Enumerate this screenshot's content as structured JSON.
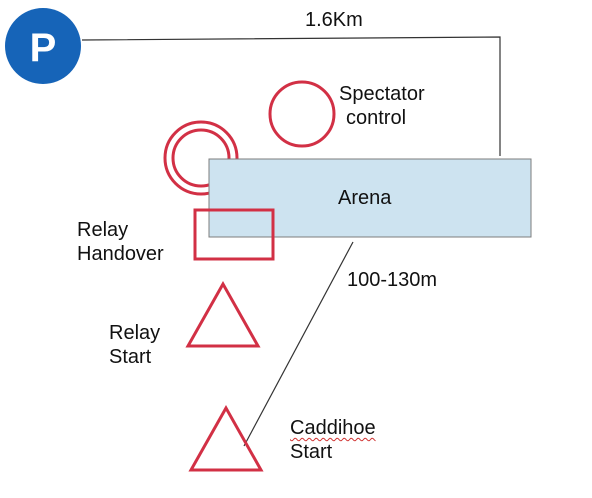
{
  "parking": {
    "letter": "P",
    "icon": "parking-icon"
  },
  "distances": {
    "parking_to_arena": "1.6Km",
    "caddihoe_to_arena": "100-130m"
  },
  "arena": {
    "label": "Arena"
  },
  "spectator_control": {
    "line1": "Spectator",
    "line2": "control"
  },
  "relay_handover": {
    "line1": "Relay",
    "line2": "Handover"
  },
  "relay_start": {
    "line1": "Relay",
    "line2": "Start"
  },
  "caddihoe_start": {
    "line1": "Caddihoe",
    "line2": "Start"
  },
  "colors": {
    "control_red": "#d23045",
    "arena_fill": "#cde3f0",
    "parking_blue": "#1664b8",
    "line_dark": "#333333"
  }
}
